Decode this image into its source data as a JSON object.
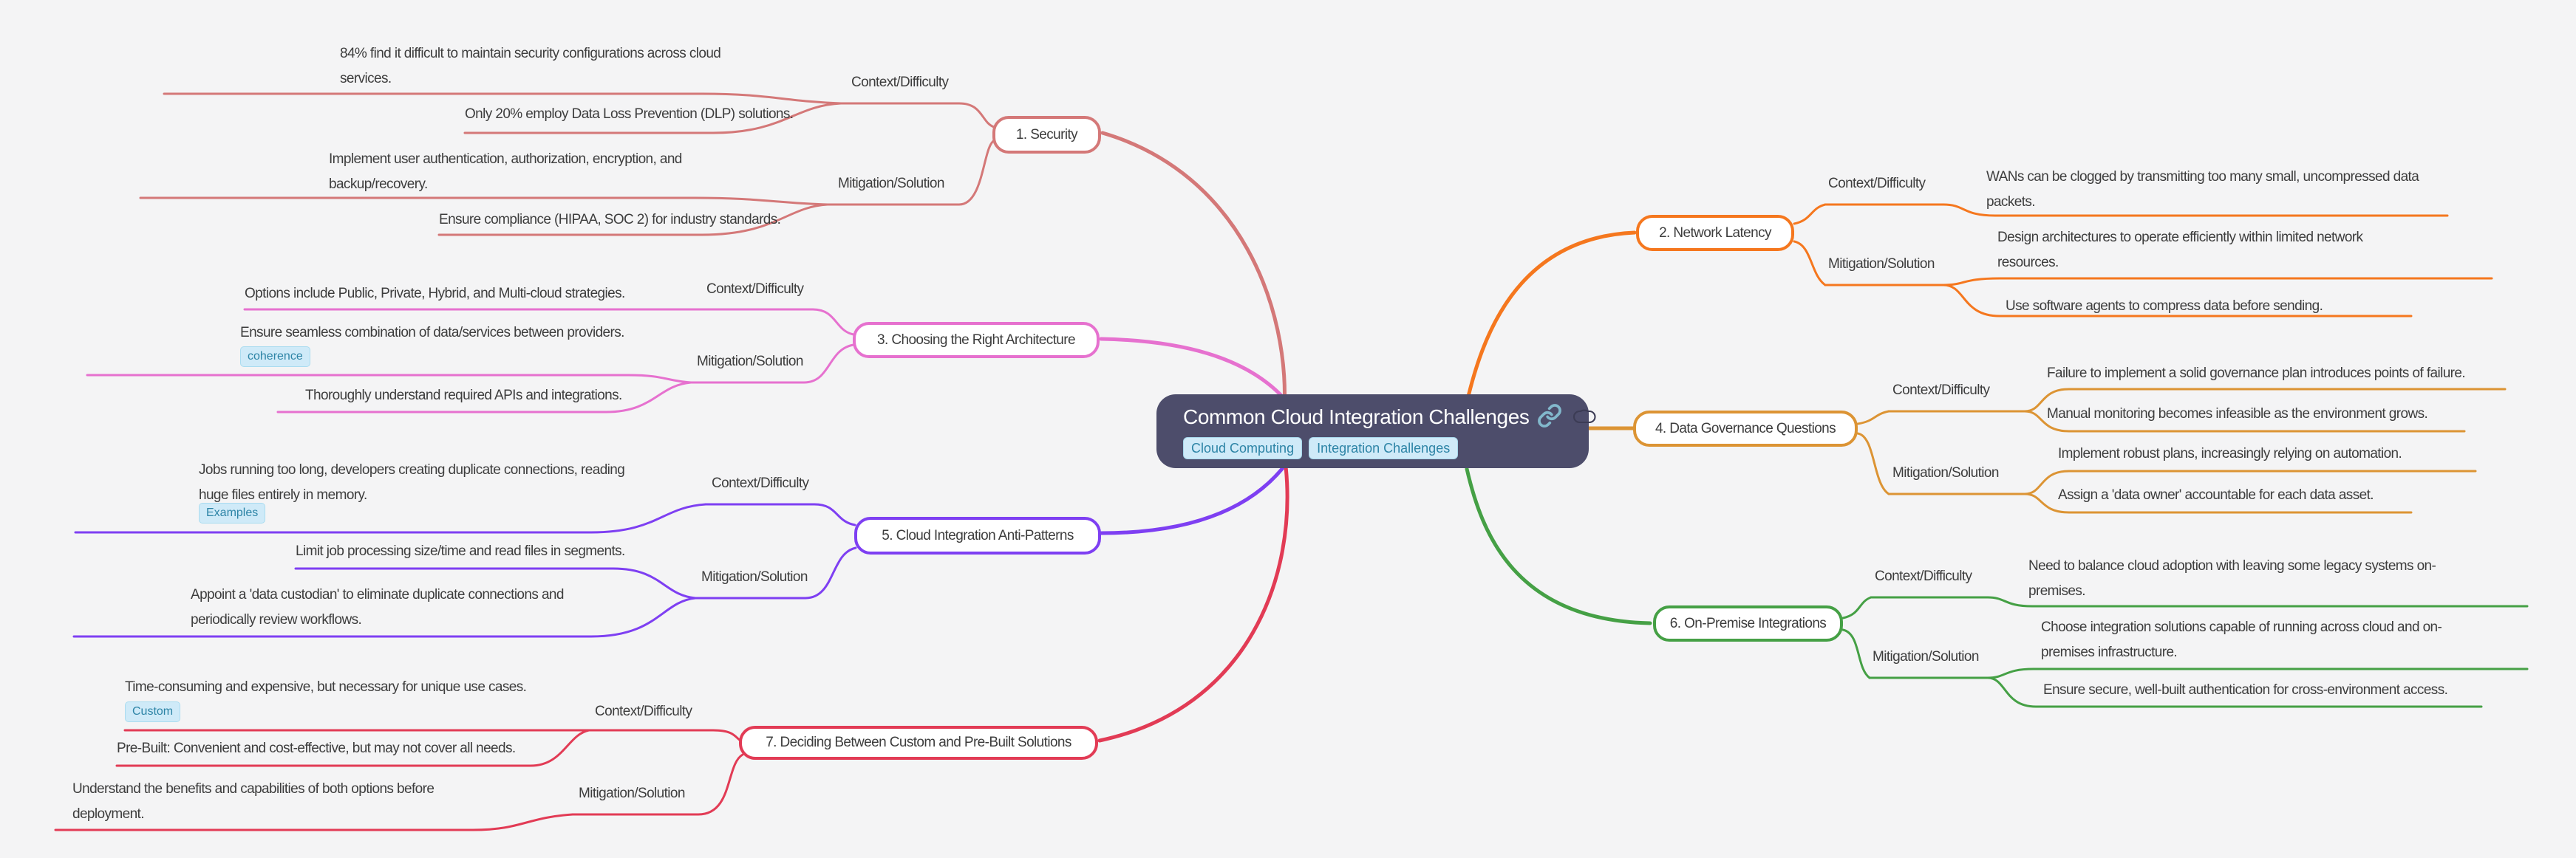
{
  "central": {
    "title": "Common Cloud Integration Challenges",
    "tags": [
      "Cloud Computing",
      "Integration Challenges"
    ],
    "icons": [
      "link-icon",
      "cloud-icon"
    ]
  },
  "colors": {
    "background": "#f4f4f5",
    "central_bg": "#4d4d6b",
    "tag_bg": "#cfeaf8",
    "tag_text": "#2d84a6",
    "text": "#3d3d3d"
  },
  "branches": [
    {
      "label": "1. Security",
      "color": "#d47878",
      "groups": [
        {
          "label": "Context/Difficulty",
          "leaves": [
            {
              "text": "84% find it difficult to maintain security configurations across cloud\nservices."
            },
            {
              "text": "Only 20% employ Data Loss Prevention (DLP) solutions."
            }
          ]
        },
        {
          "label": "Mitigation/Solution",
          "leaves": [
            {
              "text": "Implement user authentication, authorization, encryption, and\nbackup/recovery."
            },
            {
              "text": "Ensure compliance (HIPAA, SOC 2) for industry standards."
            }
          ]
        }
      ]
    },
    {
      "label": "2. Network Latency",
      "color": "#f5771e",
      "groups": [
        {
          "label": "Context/Difficulty",
          "leaves": [
            {
              "text": "WANs can be clogged by transmitting too many small, uncompressed data\npackets."
            }
          ]
        },
        {
          "label": "Mitigation/Solution",
          "leaves": [
            {
              "text": "Design architectures to operate efficiently within limited network\nresources."
            },
            {
              "text": "Use software agents to compress data before sending."
            }
          ]
        }
      ]
    },
    {
      "label": "3. Choosing the Right Architecture",
      "color": "#e671cf",
      "groups": [
        {
          "label": "Context/Difficulty",
          "leaves": [
            {
              "text": "Options include Public, Private, Hybrid, and Multi-cloud strategies."
            }
          ]
        },
        {
          "label": "Mitigation/Solution",
          "leaves": [
            {
              "text": "Ensure seamless combination of data/services between providers.",
              "tag": "coherence"
            },
            {
              "text": "Thoroughly understand required APIs and integrations."
            }
          ]
        }
      ]
    },
    {
      "label": "4. Data Governance Questions",
      "color": "#dc9434",
      "groups": [
        {
          "label": "Context/Difficulty",
          "leaves": [
            {
              "text": "Failure to implement a solid governance plan introduces points of failure."
            },
            {
              "text": "Manual monitoring becomes infeasible as the environment grows."
            }
          ]
        },
        {
          "label": "Mitigation/Solution",
          "leaves": [
            {
              "text": "Implement robust plans, increasingly relying on automation."
            },
            {
              "text": "Assign a 'data owner' accountable for each data asset."
            }
          ]
        }
      ]
    },
    {
      "label": "5. Cloud Integration Anti-Patterns",
      "color": "#7e3ff2",
      "groups": [
        {
          "label": "Context/Difficulty",
          "leaves": [
            {
              "text": "Jobs running too long, developers creating duplicate connections, reading\nhuge files entirely in memory.",
              "tag": "Examples"
            }
          ]
        },
        {
          "label": "Mitigation/Solution",
          "leaves": [
            {
              "text": "Limit job processing size/time and read files in segments."
            },
            {
              "text": "Appoint a 'data custodian' to eliminate duplicate connections and\nperiodically review workflows."
            }
          ]
        }
      ]
    },
    {
      "label": "6. On-Premise Integrations",
      "color": "#45a045",
      "groups": [
        {
          "label": "Context/Difficulty",
          "leaves": [
            {
              "text": "Need to balance cloud adoption with leaving some legacy systems on-\npremises."
            }
          ]
        },
        {
          "label": "Mitigation/Solution",
          "leaves": [
            {
              "text": "Choose integration solutions capable of running across cloud and on-\npremises infrastructure."
            },
            {
              "text": "Ensure secure, well-built authentication for cross-environment access."
            }
          ]
        }
      ]
    },
    {
      "label": "7. Deciding Between Custom and Pre-Built Solutions",
      "color": "#e23b55",
      "groups": [
        {
          "label": "Context/Difficulty",
          "leaves": [
            {
              "text": "Time-consuming and expensive, but necessary for unique use cases.",
              "tag": "Custom"
            },
            {
              "text": "Pre-Built: Convenient and cost-effective, but may not cover all needs."
            }
          ]
        },
        {
          "label": "Mitigation/Solution",
          "leaves": [
            {
              "text": "Understand the benefits and capabilities of both options before\ndeployment."
            }
          ]
        }
      ]
    }
  ]
}
